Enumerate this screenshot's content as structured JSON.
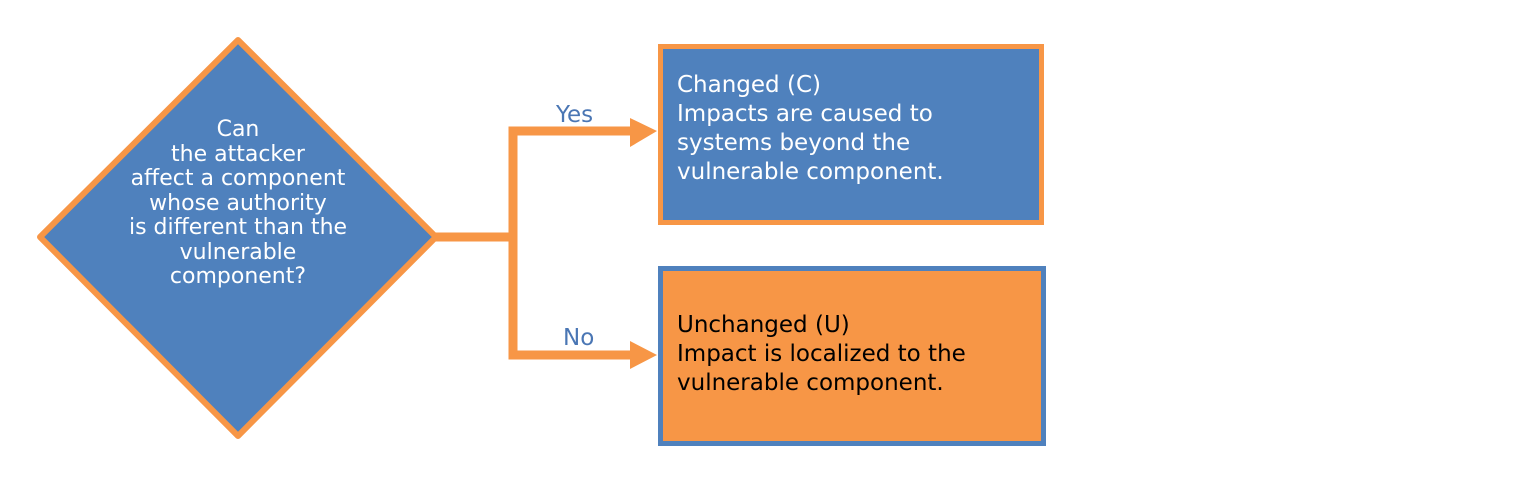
{
  "decision": {
    "question": "Can\nthe attacker\naffect a component\nwhose authority\nis different than the\nvulnerable\ncomponent?"
  },
  "branches": {
    "yes_label": "Yes",
    "no_label": "No"
  },
  "outcomes": {
    "changed": {
      "title": "Changed (C)",
      "body": "Impacts are caused to\nsystems beyond the\nvulnerable component."
    },
    "unchanged": {
      "title": "Unchanged (U)",
      "body": "Impact is localized to the\nvulnerable component."
    }
  },
  "colors": {
    "blue": "#4f81bd",
    "orange": "#f79646",
    "label_blue": "#4a76b4"
  }
}
